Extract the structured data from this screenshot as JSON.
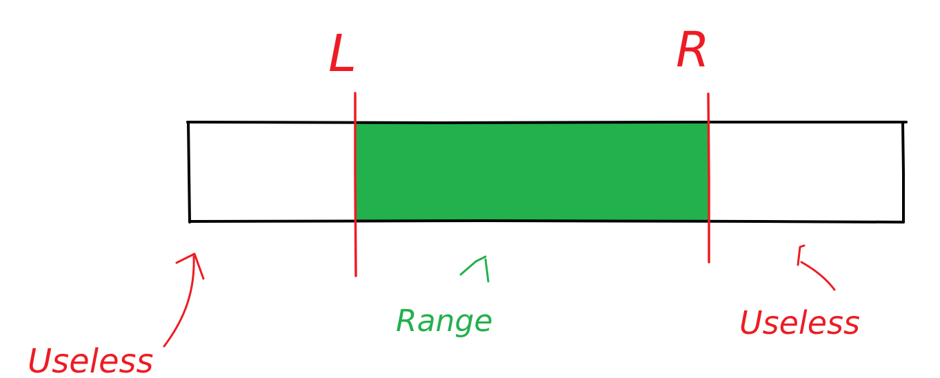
{
  "colors": {
    "bar_outline": "#000000",
    "marker": "#ed1c24",
    "range_fill": "#22b14c",
    "range_text": "#22b14c",
    "annotation": "#ed1c24",
    "background": "#ffffff"
  },
  "markers": {
    "left_label": "L",
    "right_label": "R"
  },
  "annotations": {
    "useless_left": "Useless",
    "range": "Range",
    "useless_right": "Useless"
  }
}
